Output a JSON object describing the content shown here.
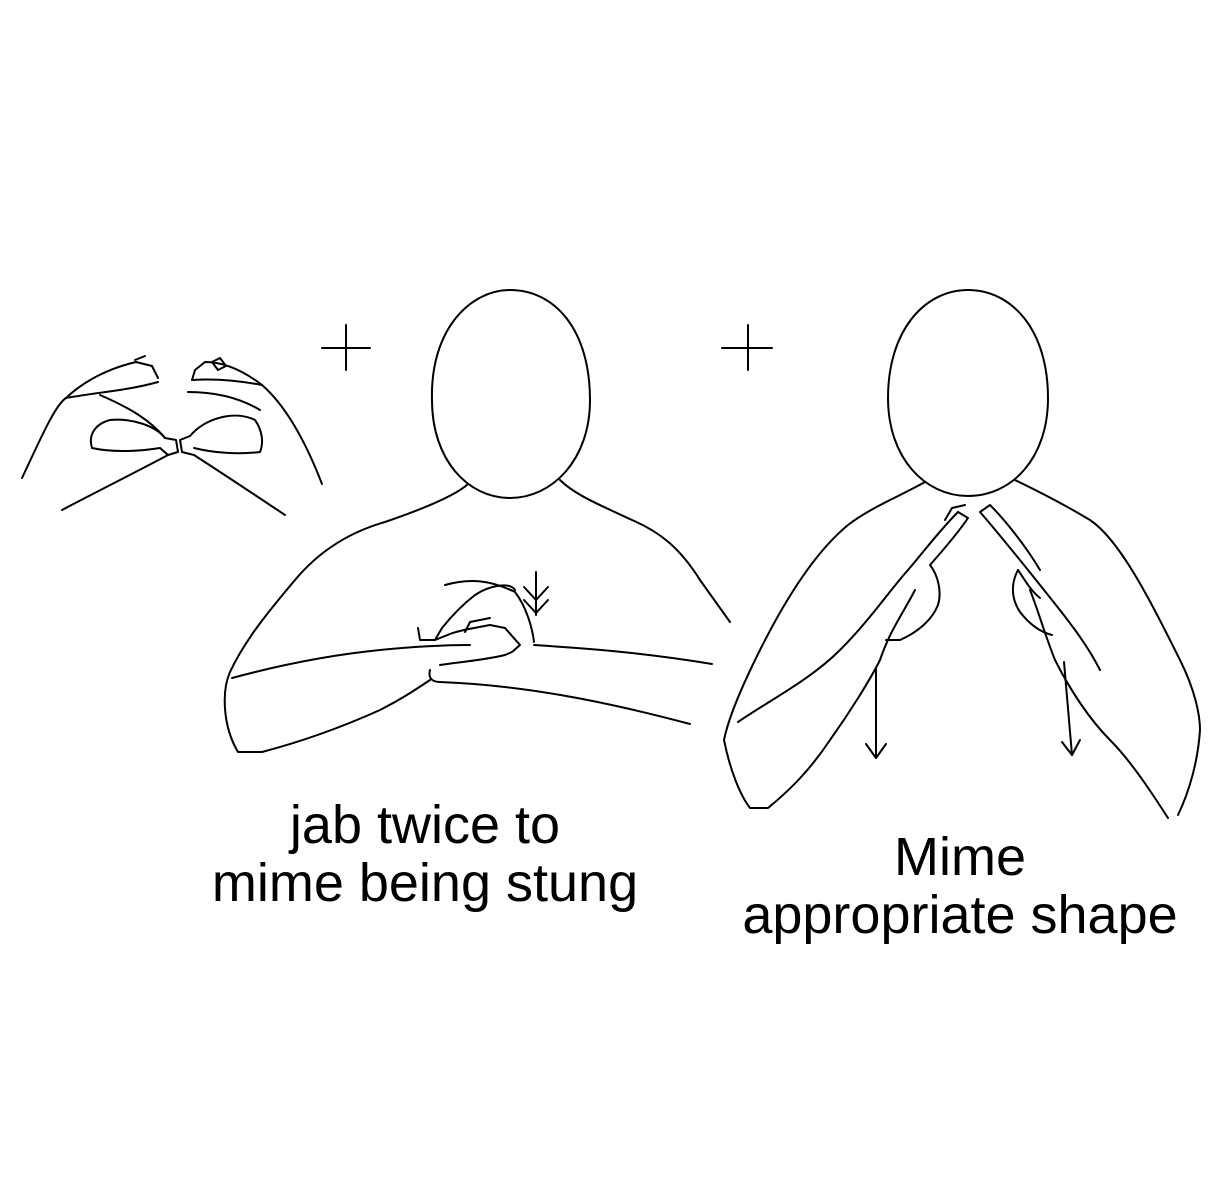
{
  "captions": {
    "left": {
      "line1": "jab twice to",
      "line2": "mime being stung"
    },
    "right": {
      "line1": "Mime",
      "line2": "appropriate shape"
    }
  },
  "colors": {
    "ink": "#000000",
    "background": "#ffffff"
  },
  "icons": {
    "repeat_marker": "plus-cross",
    "movement": "arrow-down",
    "double_movement": "double-arrow-down"
  }
}
